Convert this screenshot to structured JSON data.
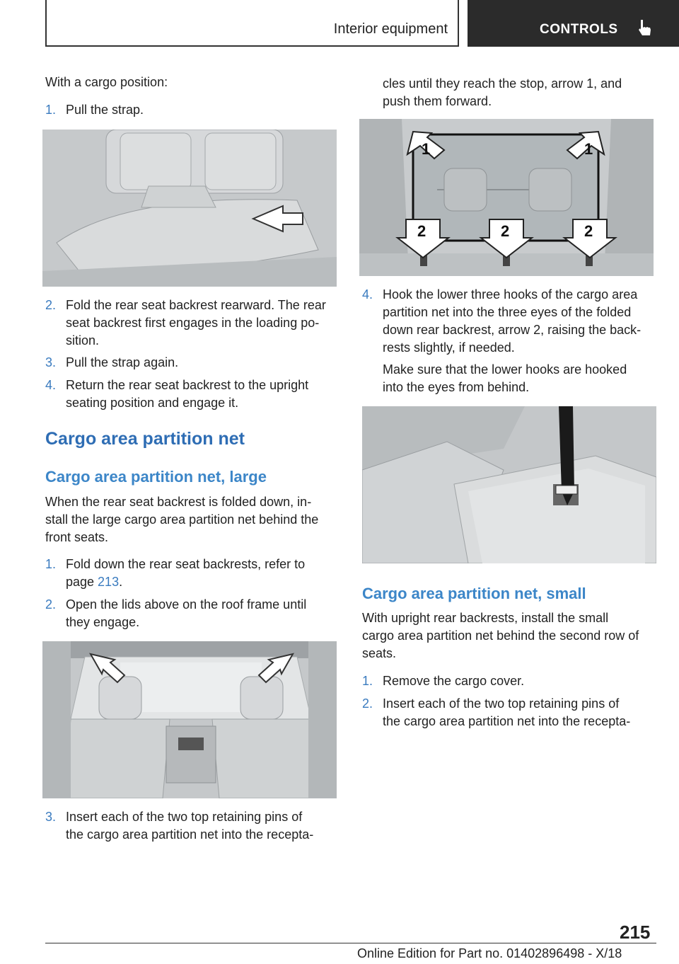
{
  "header": {
    "section": "Interior equipment",
    "tab": "CONTROLS"
  },
  "left": {
    "intro": "With a cargo position:",
    "steps_a": [
      {
        "num": "1.",
        "lines": [
          "Pull the strap."
        ]
      },
      {
        "num": "2.",
        "lines": [
          "Fold the rear seat backrest rearward. The rear",
          "seat backrest first engages in the loading po‐",
          "sition."
        ]
      },
      {
        "num": "3.",
        "lines": [
          "Pull the strap again."
        ]
      },
      {
        "num": "4.",
        "lines": [
          "Return the rear seat backrest to the upright",
          "seating position and engage it."
        ]
      }
    ],
    "h1": "Cargo area partition net",
    "h2": "Cargo area partition net, large",
    "para": [
      "When the rear seat backrest is folded down, in‐",
      "stall the large cargo area partition net behind the",
      "front seats."
    ],
    "steps_b": [
      {
        "num": "1.",
        "lines": [
          "Fold down the rear seat backrests, refer to",
          "page "
        ],
        "link": "213",
        "after": "."
      },
      {
        "num": "2.",
        "lines": [
          "Open the lids above on the roof frame until",
          "they engage."
        ]
      },
      {
        "num": "3.",
        "lines": [
          "Insert each of the two top retaining pins of",
          "the cargo area partition net into the recepta‐"
        ]
      }
    ]
  },
  "right": {
    "cont": [
      "cles until they reach the stop, arrow 1, and",
      "push them forward."
    ],
    "fig_labels": {
      "top_left": "1",
      "top_right": "1",
      "bottom": [
        "2",
        "2",
        "2"
      ]
    },
    "step4": {
      "num": "4.",
      "lines": [
        "Hook the lower three hooks of the cargo area",
        "partition net into the three eyes of the folded",
        "down rear backrest, arrow 2, raising the back‐",
        "rests slightly, if needed."
      ]
    },
    "note": [
      "Make sure that the lower hooks are hooked",
      "into the eyes from behind."
    ],
    "h2": "Cargo area partition net, small",
    "para": [
      "With upright rear backrests, install the small",
      "cargo area partition net behind the second row of",
      "seats."
    ],
    "steps": [
      {
        "num": "1.",
        "lines": [
          "Remove the cargo cover."
        ]
      },
      {
        "num": "2.",
        "lines": [
          "Insert each of the two top retaining pins of",
          "the cargo area partition net into the recepta‐"
        ]
      }
    ]
  },
  "footer": {
    "page": "215",
    "edition": "Online Edition for Part no. 01402896498 - X/18"
  }
}
